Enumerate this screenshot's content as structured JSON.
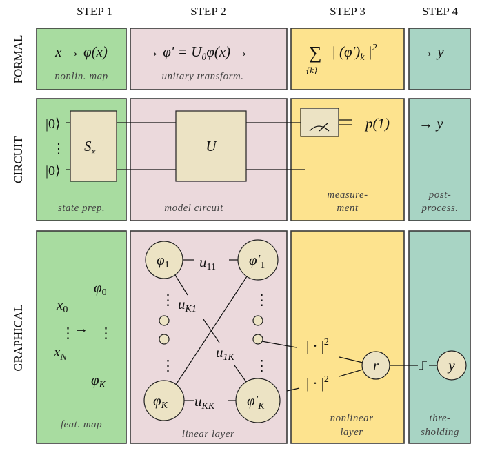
{
  "colors": {
    "step1": "#a8dca0",
    "step2": "#ebd9dc",
    "step3": "#fde38e",
    "step4": "#a8d4c4",
    "node": "#ece3c4"
  },
  "steps": [
    "STEP 1",
    "STEP 2",
    "STEP 3",
    "STEP 4"
  ],
  "rows": [
    "FORMAL",
    "CIRCUIT",
    "GRAPHICAL"
  ],
  "formal": {
    "step1_expr": "x → φ(x)",
    "step1_caption": "nonlin. map",
    "step2_expr": "→ φ′ = U",
    "step2_expr_sub": "θ",
    "step2_expr_tail": "φ(x) →",
    "step2_caption": "unitary transform.",
    "step3_sum": "∑",
    "step3_sum_index": "{k}",
    "step3_expr": "| (φ′)",
    "step3_expr_sub": "k",
    "step3_expr_tail": " |",
    "step3_expr_sup": "2",
    "step4_expr": "→ y"
  },
  "circuit": {
    "ket_top": "|0⟩",
    "ket_bottom": "|0⟩",
    "ket_dots": "⋮",
    "state_prep_gate": "S",
    "state_prep_gate_sub": "x",
    "unitary_gate": "U",
    "measure_output": "p(1)",
    "step4_expr": "→ y",
    "captions": {
      "step1": "state prep.",
      "step2": "model circuit",
      "step3_line1": "measure-",
      "step3_line2": "ment",
      "step4_line1": "post-",
      "step4_line2": "process."
    }
  },
  "graphical": {
    "feature_map": {
      "phi0": "φ",
      "phi0_sub": "0",
      "x0": "x",
      "x0_sub": "0",
      "xN": "x",
      "xN_sub": "N",
      "phiK": "φ",
      "phiK_sub": "K",
      "arrow": "→",
      "dots": "⋮"
    },
    "linear_layer": {
      "in_top": "φ",
      "in_top_sub": "1",
      "in_bottom": "φ",
      "in_bottom_sub": "K",
      "out_top": "φ′",
      "out_top_sub": "1",
      "out_bottom": "φ′",
      "out_bottom_sub": "K",
      "u11": "u",
      "u11_sub": "11",
      "uK1": "u",
      "uK1_sub": "K1",
      "u1K": "u",
      "u1K_sub": "1K",
      "uKK": "u",
      "uKK_sub": "KK",
      "dots": "⋮"
    },
    "nonlinear": {
      "abs_sq": "| · |",
      "abs_sq_sup": "2",
      "r_node": "r"
    },
    "threshold": {
      "y_node": "y"
    },
    "captions": {
      "step1": "feat.  map",
      "step2": "linear layer",
      "step3_line1": "nonlinear",
      "step3_line2": "layer",
      "step4_line1": "thre-",
      "step4_line2": "sholding"
    }
  }
}
